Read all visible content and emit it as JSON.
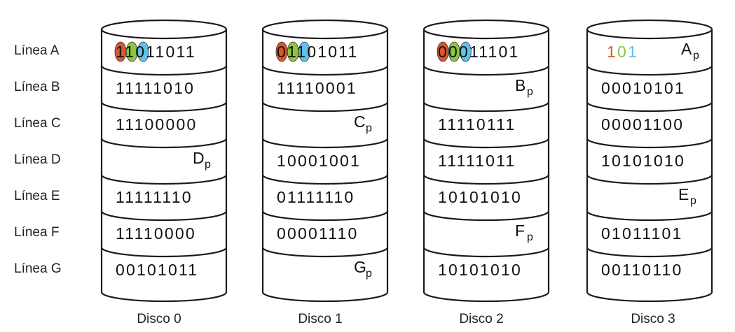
{
  "rows": [
    "Línea A",
    "Línea B",
    "Línea C",
    "Línea D",
    "Línea E",
    "Línea F",
    "Línea G"
  ],
  "disks": [
    {
      "label": "Disco 0",
      "cells": [
        {
          "type": "data",
          "value": "11011011"
        },
        {
          "type": "data",
          "value": "11111010"
        },
        {
          "type": "data",
          "value": "11100000"
        },
        {
          "type": "parity",
          "letter": "D",
          "sub": "p"
        },
        {
          "type": "data",
          "value": "11111110"
        },
        {
          "type": "data",
          "value": "11110000"
        },
        {
          "type": "data",
          "value": "00101011"
        }
      ]
    },
    {
      "label": "Disco 1",
      "cells": [
        {
          "type": "data",
          "value": "01101011"
        },
        {
          "type": "data",
          "value": "11110001"
        },
        {
          "type": "parity",
          "letter": "C",
          "sub": "p"
        },
        {
          "type": "data",
          "value": "10001001"
        },
        {
          "type": "data",
          "value": "01111110"
        },
        {
          "type": "data",
          "value": "00001110"
        },
        {
          "type": "parity",
          "letter": "G",
          "sub": "p"
        }
      ]
    },
    {
      "label": "Disco 2",
      "cells": [
        {
          "type": "data",
          "value": "00011101"
        },
        {
          "type": "parity",
          "letter": "B",
          "sub": "p"
        },
        {
          "type": "data",
          "value": "11110111"
        },
        {
          "type": "data",
          "value": "11111011"
        },
        {
          "type": "data",
          "value": "10101010"
        },
        {
          "type": "parity",
          "letter": "F",
          "sub": "p"
        },
        {
          "type": "data",
          "value": "10101010"
        }
      ]
    },
    {
      "label": "Disco 3",
      "cells": [
        {
          "type": "parity-bits",
          "bits": [
            "1",
            "0",
            "1"
          ],
          "letter": "A",
          "sub": "p"
        },
        {
          "type": "data",
          "value": "00010101"
        },
        {
          "type": "data",
          "value": "00001100"
        },
        {
          "type": "data",
          "value": "10101010"
        },
        {
          "type": "parity",
          "letter": "E",
          "sub": "p"
        },
        {
          "type": "data",
          "value": "01011101"
        },
        {
          "type": "data",
          "value": "00110110"
        }
      ]
    }
  ],
  "colors": {
    "bit_highlights": [
      "#d9572b",
      "#8cc63f",
      "#5fc3e8"
    ],
    "stroke": "#1a1a1a"
  }
}
